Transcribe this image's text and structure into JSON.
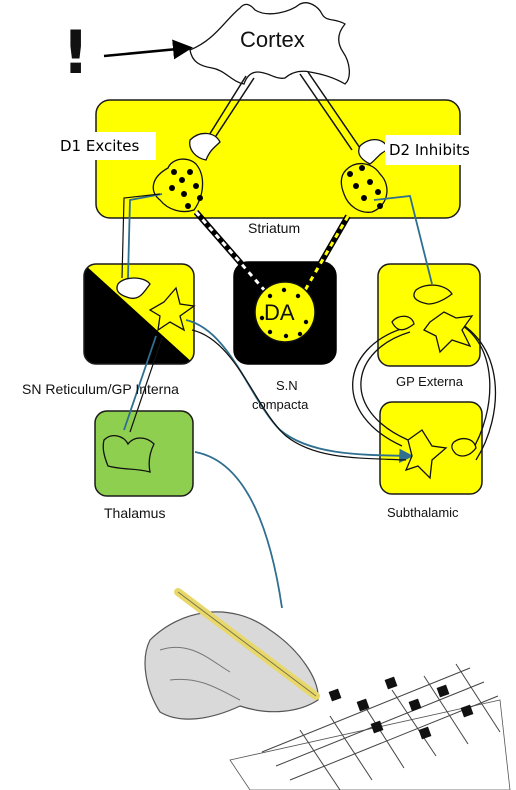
{
  "diagram": {
    "exclamation": "!",
    "cortex": "Cortex",
    "d1_label": "D1 Excites",
    "d2_label": "D2 Inhibits",
    "striatum": "Striatum",
    "da": "DA",
    "sn_compacta_line1": "S.N",
    "sn_compacta_line2": "compacta",
    "sn_reticulum": "SN Reticulum/GP Interna",
    "gp_externa": "GP Externa",
    "thalamus": "Thalamus",
    "subthalamic": "Subthalamic"
  },
  "colors": {
    "yellow": "#ffff00",
    "black": "#000000",
    "green": "#8fcf4f",
    "blue": "#2f6f8f",
    "border": "#1a1a1a"
  }
}
